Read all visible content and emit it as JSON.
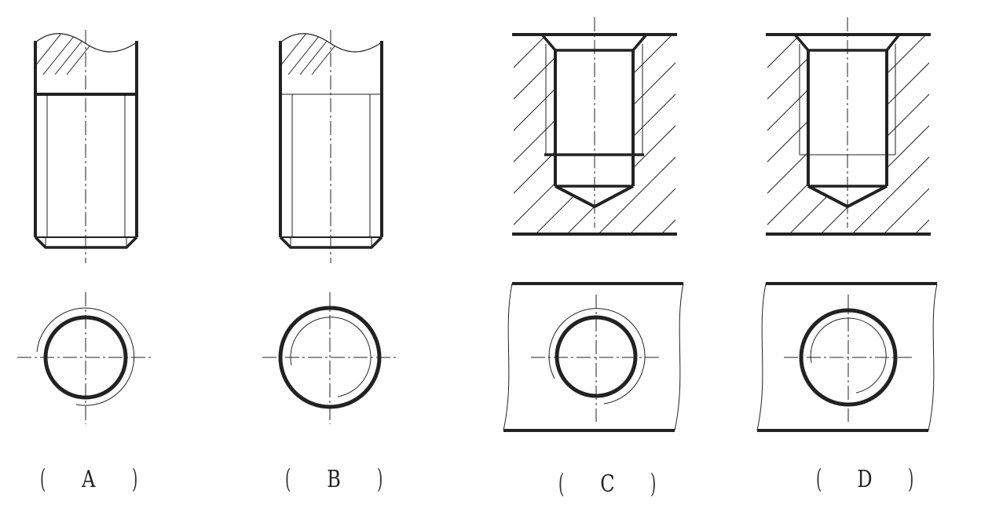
{
  "figure": {
    "options": [
      {
        "id": "a",
        "open_paren": "(",
        "letter": "A",
        "close_paren": ")"
      },
      {
        "id": "b",
        "open_paren": "(",
        "letter": "B",
        "close_paren": ")"
      },
      {
        "id": "c",
        "open_paren": "(",
        "letter": "C",
        "close_paren": ")"
      },
      {
        "id": "d",
        "open_paren": "(",
        "letter": "D",
        "close_paren": ")"
      }
    ]
  },
  "colors": {
    "stroke": "#222222",
    "background": "#ffffff"
  }
}
